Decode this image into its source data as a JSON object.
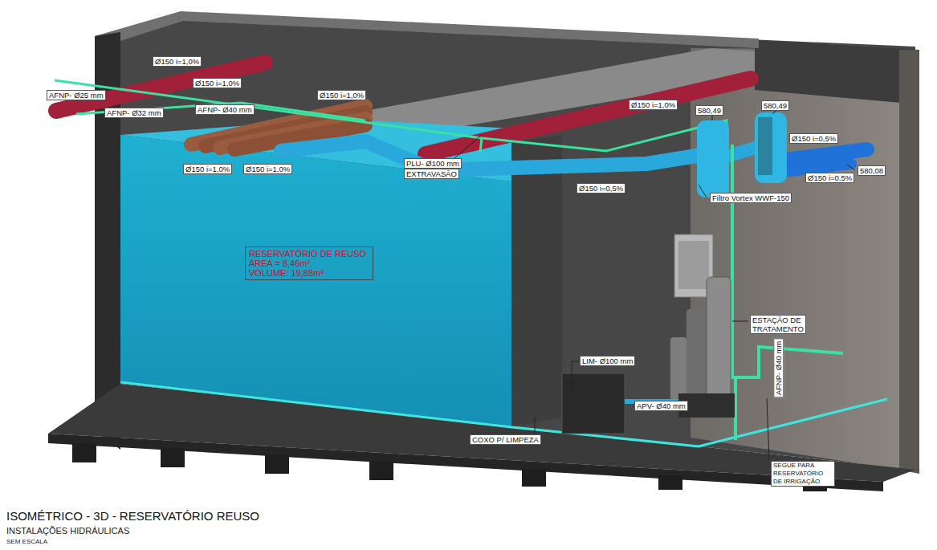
{
  "diagram": {
    "title": "ISOMÉTRICO - 3D - RESERVATÓRIO REUSO",
    "caption": "INSTALAÇÕES HIDRÁULICAS",
    "nodes": [
      {
        "text": [
          "RESERVATÓRIO DE REUSO",
          "ÁREA = 8,46m²",
          "VOLUME: 19,88m³"
        ]
      }
    ],
    "labels": [
      "Ø150 i=1,0%",
      "AFNP- Ø25 mm",
      "Ø150 i=1,0%",
      "AFNP- Ø32 mm",
      "Ø150 i=1,0%",
      "AFNP- Ø40 mm",
      "Ø150 i=1,0%",
      "580,49",
      "580,49",
      "Ø150 i=0,5%",
      "Ø150 i=1,0%",
      "Ø150 i=1,0%",
      "PLU- Ø100 mm",
      "EXTRAVASÃO",
      "Ø150 i=0,5%",
      "Ø150 i=0,5%",
      "580,08",
      "Filtro Vortex WWF-150",
      "ESTAÇÃO DE TRATAMENTO",
      "LIM- Ø100 mm",
      "AFNP- Ø40 mm",
      "APV- Ø40 mm",
      "COXO P/ LIMPEZA",
      "SEGUE PARA RESERVATÓRIO DE IRRIGAÇÃO",
      "SEM ESCALA"
    ]
  }
}
